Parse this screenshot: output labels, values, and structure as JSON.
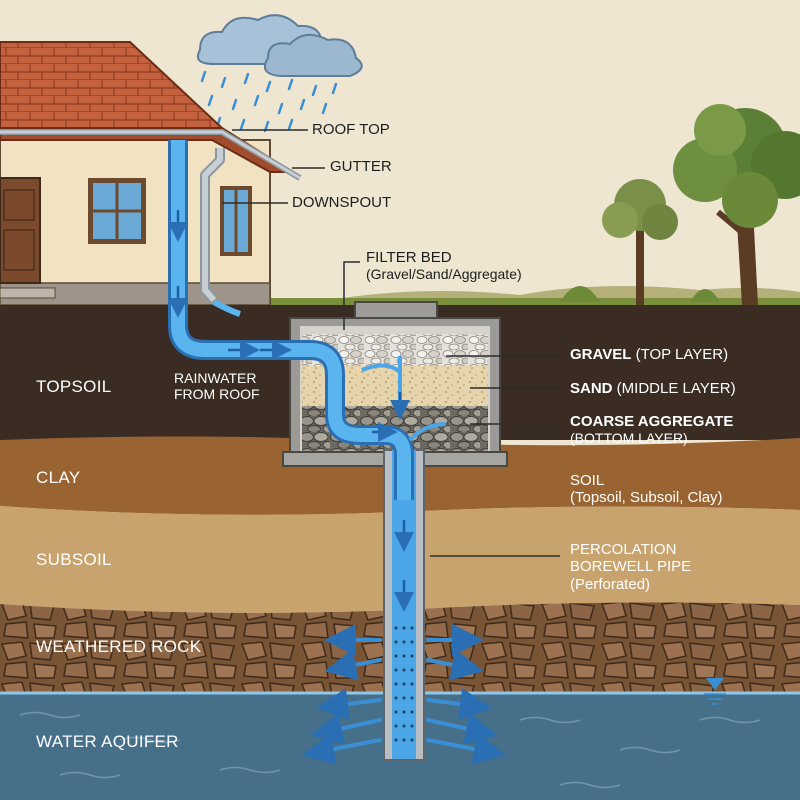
{
  "labels": {
    "roof_top": "ROOF TOP",
    "gutter": "GUTTER",
    "downspout": "DOWNSPOUT",
    "filter_bed_title": "FILTER BED",
    "filter_bed_sub": "(Gravel/Sand/Aggregate)",
    "rainwater_line1": "RAINWATER",
    "rainwater_line2": "FROM ROOF",
    "gravel_bold": "GRAVEL",
    "gravel_rest": " (TOP LAYER)",
    "sand_bold": "SAND",
    "sand_rest": " (MIDDLE LAYER)",
    "coarse_title": "COARSE AGGREGATE",
    "coarse_sub": "(BOTTOM LAYER)",
    "soil_title": "SOIL",
    "soil_sub": "(Topsoil, Subsoil, Clay)",
    "pipe_line1": "PERCOLATION",
    "pipe_line2": "BOREWELL PIPE",
    "pipe_sub": "(Perforated)"
  },
  "strata": {
    "topsoil": "TOPSOIL",
    "clay": "CLAY",
    "subsoil": "SUBSOIL",
    "weathered_rock": "WEATHERED ROCK",
    "water_aquifer": "WATER AQUIFER"
  },
  "colors": {
    "sky": "#efe6d2",
    "topsoil": "#3a2c22",
    "clay": "#9a6432",
    "subsoil": "#c9a36e",
    "weathered_rock": "#7a5535",
    "aquifer": "#466f89",
    "water_pipe": "#4aa6e6",
    "roof": "#c4613e",
    "wall": "#f1e2c2"
  },
  "icons": {
    "cloud": "cloud-icon",
    "water_table": "water-table-icon"
  }
}
